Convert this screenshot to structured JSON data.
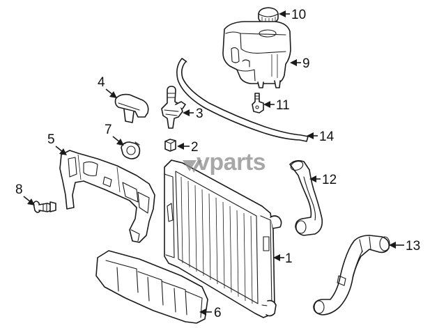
{
  "watermark": {
    "text": "vparts",
    "color": "#8a8a8a"
  },
  "callouts": [
    {
      "num": "1"
    },
    {
      "num": "2"
    },
    {
      "num": "3"
    },
    {
      "num": "4"
    },
    {
      "num": "5"
    },
    {
      "num": "6"
    },
    {
      "num": "7"
    },
    {
      "num": "8"
    },
    {
      "num": "9"
    },
    {
      "num": "10"
    },
    {
      "num": "11"
    },
    {
      "num": "12"
    },
    {
      "num": "13"
    },
    {
      "num": "14"
    }
  ],
  "colors": {
    "line": "#1a1a1a",
    "background": "#ffffff"
  }
}
